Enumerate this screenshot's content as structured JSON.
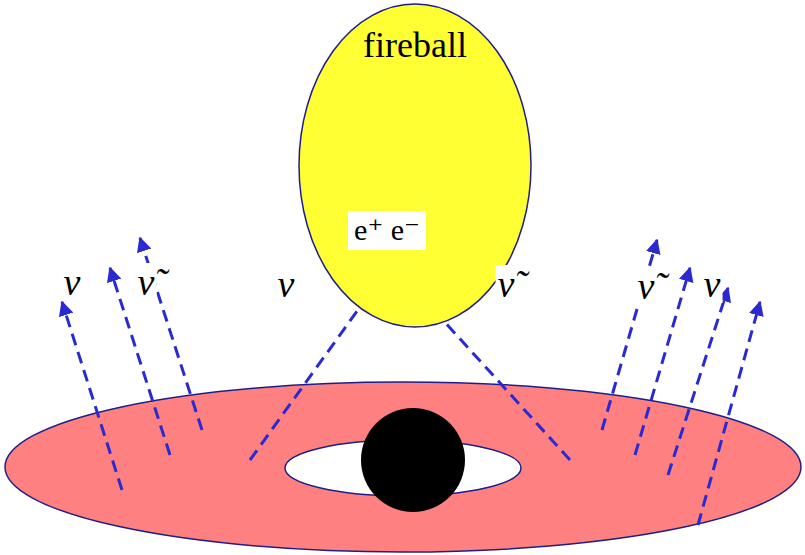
{
  "diagram": {
    "nodes": [
      {
        "text": [
          "fireball"
        ]
      },
      {
        "text": [
          "e⁺ e⁻"
        ],
        "in": 0
      }
    ],
    "labels": [
      "ν",
      "ν̃",
      "ν",
      "ν̃",
      "ν̃",
      "ν"
    ]
  }
}
